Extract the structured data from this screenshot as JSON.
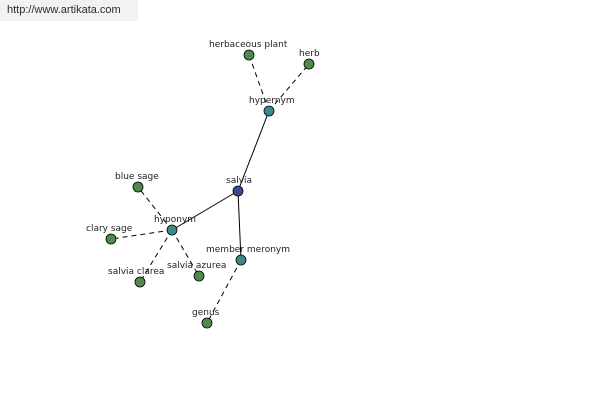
{
  "watermark": "http://www.artikata.com",
  "colors": {
    "center": "#3d4a8c",
    "relation": "#3a8a8a",
    "leaf": "#4f8a4a"
  },
  "nodes": [
    {
      "id": "salvia",
      "label": "salvia",
      "kind": "center"
    },
    {
      "id": "hypernym",
      "label": "hypernym",
      "kind": "relation"
    },
    {
      "id": "hyponym",
      "label": "hyponym",
      "kind": "relation"
    },
    {
      "id": "member-meronym",
      "label": "member meronym",
      "kind": "relation"
    },
    {
      "id": "herbaceous-plant",
      "label": "herbaceous plant",
      "kind": "leaf"
    },
    {
      "id": "herb",
      "label": "herb",
      "kind": "leaf"
    },
    {
      "id": "blue-sage",
      "label": "blue sage",
      "kind": "leaf"
    },
    {
      "id": "clary-sage",
      "label": "clary sage",
      "kind": "leaf"
    },
    {
      "id": "salvia-clarea",
      "label": "salvia clarea",
      "kind": "leaf"
    },
    {
      "id": "salvia-azurea",
      "label": "salvia azurea",
      "kind": "leaf"
    },
    {
      "id": "genus",
      "label": "genus",
      "kind": "leaf"
    }
  ],
  "edges": [
    {
      "from": "salvia",
      "to": "hypernym",
      "style": "solid"
    },
    {
      "from": "salvia",
      "to": "hyponym",
      "style": "solid"
    },
    {
      "from": "salvia",
      "to": "member-meronym",
      "style": "solid"
    },
    {
      "from": "hypernym",
      "to": "herbaceous-plant",
      "style": "dashed"
    },
    {
      "from": "hypernym",
      "to": "herb",
      "style": "dashed"
    },
    {
      "from": "hyponym",
      "to": "blue-sage",
      "style": "dashed"
    },
    {
      "from": "hyponym",
      "to": "clary-sage",
      "style": "dashed"
    },
    {
      "from": "hyponym",
      "to": "salvia-clarea",
      "style": "dashed"
    },
    {
      "from": "hyponym",
      "to": "salvia-azurea",
      "style": "dashed"
    },
    {
      "from": "member-meronym",
      "to": "genus",
      "style": "dashed"
    }
  ]
}
